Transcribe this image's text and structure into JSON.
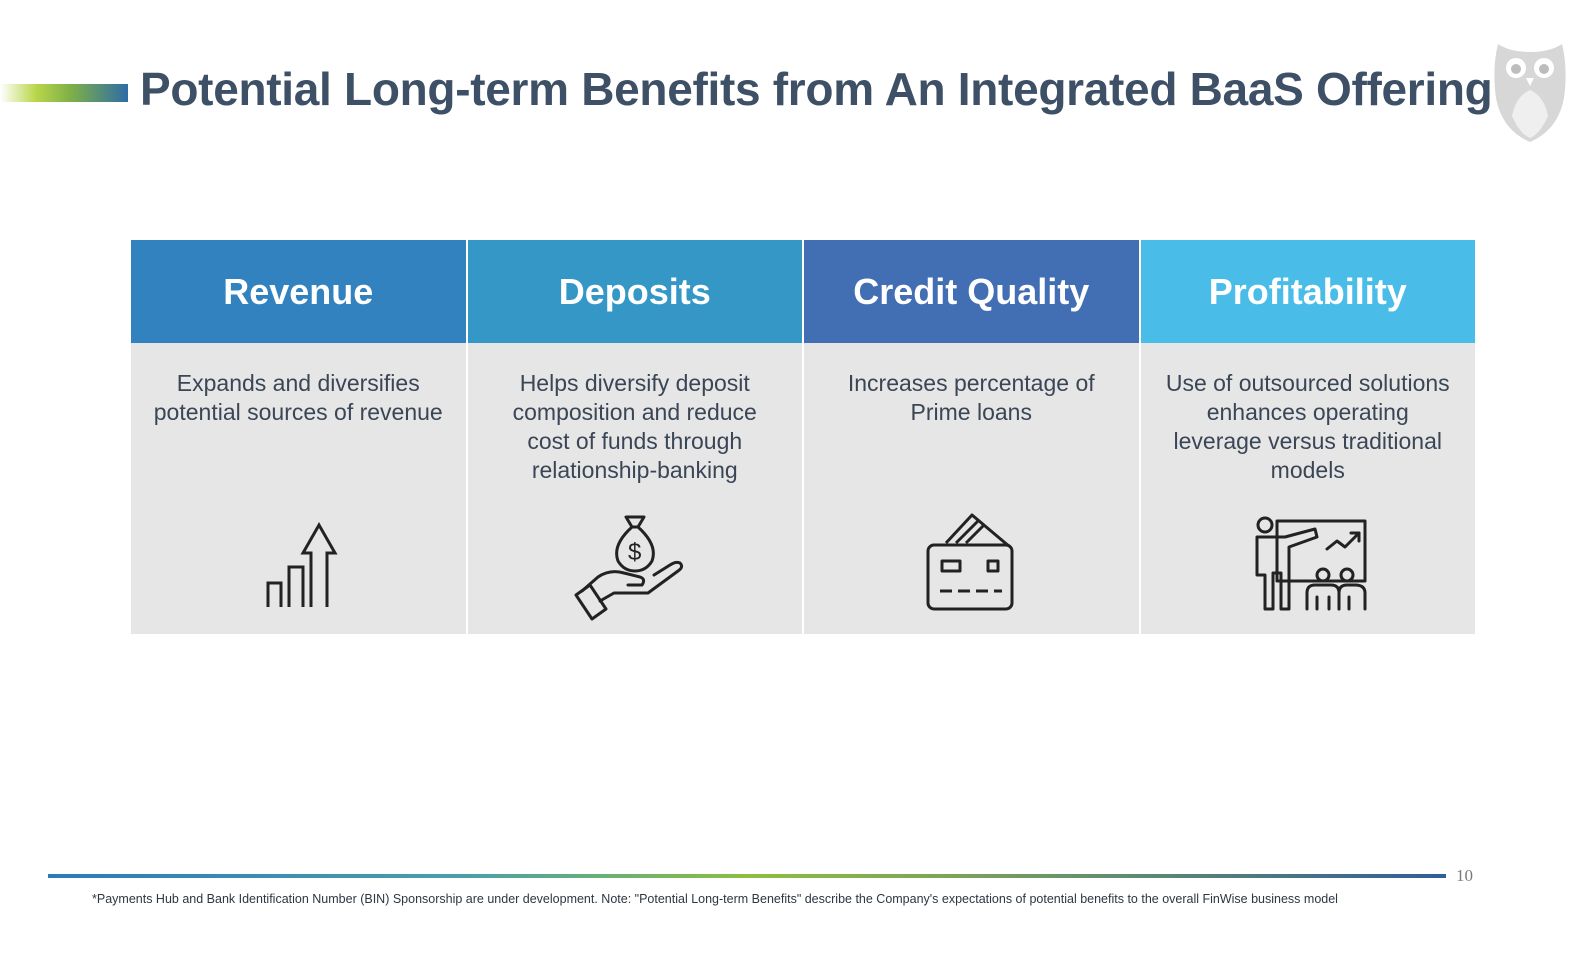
{
  "header": {
    "title": "Potential Long-term Benefits from An Integrated BaaS Offering",
    "logo_icon": "owl-logo-icon"
  },
  "columns": [
    {
      "heading": "Revenue",
      "color": "#3282c0",
      "text": "Expands and diversifies potential sources of revenue",
      "icon": "bar-chart-up-arrow-icon"
    },
    {
      "heading": "Deposits",
      "color": "#3597c6",
      "text": "Helps diversify deposit composition and reduce cost of funds through relationship-banking",
      "icon": "money-bag-hand-icon"
    },
    {
      "heading": "Credit Quality",
      "color": "#426eb4",
      "text": "Increases percentage of Prime loans",
      "icon": "credit-card-icon"
    },
    {
      "heading": "Profitability",
      "color": "#49bde8",
      "text": "Use of outsourced solutions enhances operating leverage versus traditional models",
      "icon": "presentation-audience-icon"
    }
  ],
  "footer": {
    "page_number": "10",
    "footnote": "*Payments Hub and Bank Identification Number (BIN) Sponsorship are under development. Note: \"Potential Long-term Benefits\" describe the Company's expectations of potential benefits to the overall FinWise business model"
  }
}
